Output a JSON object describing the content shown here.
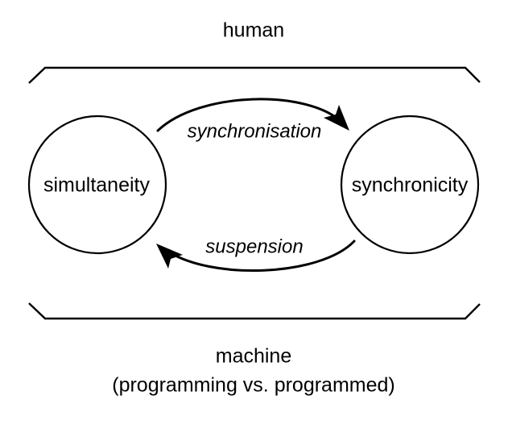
{
  "diagram": {
    "title_top": "human",
    "bottom_main": "machine",
    "bottom_sub": "(programming vs. programmed)",
    "stroke_color": "#000000",
    "background_color": "#ffffff",
    "nodes": [
      {
        "id": "simultaneity",
        "label": "simultaneity"
      },
      {
        "id": "synchronicity",
        "label": "synchronicity"
      }
    ],
    "edges": [
      {
        "id": "synchronisation",
        "label": "synchronisation",
        "from": "simultaneity",
        "to": "synchronicity",
        "direction": "left-to-right",
        "style": "curved-arrow"
      },
      {
        "id": "suspension",
        "label": "suspension",
        "from": "synchronicity",
        "to": "simultaneity",
        "direction": "right-to-left",
        "style": "curved-arrow"
      }
    ],
    "brackets": [
      {
        "id": "top-bracket",
        "orientation": "top",
        "labelled_by": "human"
      },
      {
        "id": "bottom-bracket",
        "orientation": "bottom",
        "labelled_by": "machine"
      }
    ]
  }
}
